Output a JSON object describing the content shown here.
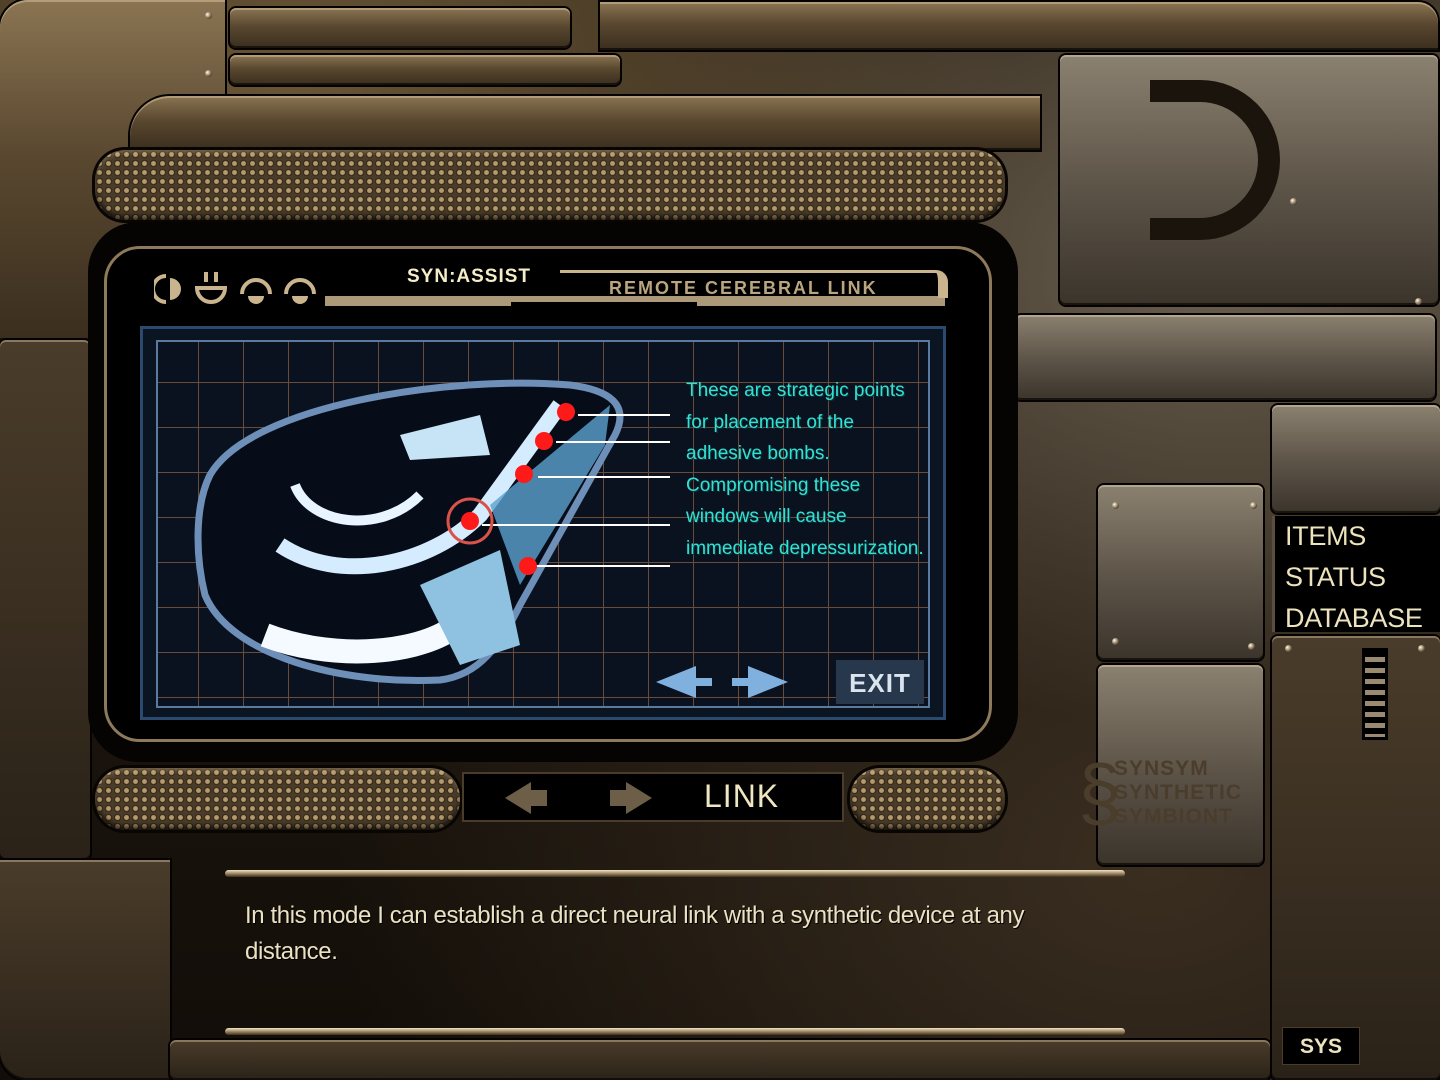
{
  "header": {
    "app_title": "SYN:ASSIST",
    "mode_title": "REMOTE CEREBRAL LINK",
    "icons": [
      "half-circle-icon",
      "smile-face-icon",
      "eye-lid-icon",
      "eye-lid-icon"
    ]
  },
  "screen": {
    "info_text": "These are strategic points for placement of the adhesive  bombs. Compromising these windows will cause immediate depressurization.",
    "markers_count": 5,
    "highlighted_marker": 4,
    "marker_color": "#ff1a1a",
    "text_color": "#33e0d4",
    "nav_prev": "◀",
    "nav_next": "▶",
    "exit_label": "EXIT"
  },
  "mode_bar": {
    "prev_arrow": "◀",
    "next_arrow": "▶",
    "label": "LINK"
  },
  "side_menu": {
    "items": [
      {
        "label": "ITEMS"
      },
      {
        "label": "STATUS"
      },
      {
        "label": "DATABASE"
      }
    ],
    "sys_label": "SYS"
  },
  "logo": {
    "glyph": "§",
    "lines": [
      "SYNSYM",
      "SYNTHETIC",
      "SYMBIONT"
    ]
  },
  "dialog": {
    "text": "In this mode I can establish a direct neural link with a synthetic device at any distance."
  }
}
